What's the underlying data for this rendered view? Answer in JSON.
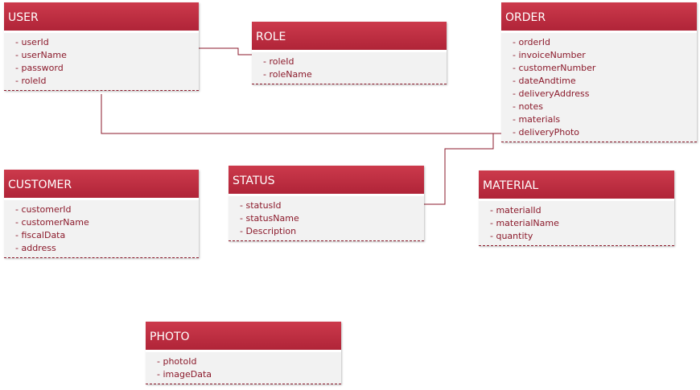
{
  "entities": {
    "user": {
      "title": "USER",
      "fields": [
        "userId",
        "userName",
        "password",
        "roleId"
      ]
    },
    "role": {
      "title": "ROLE",
      "fields": [
        "roleId",
        "roleName"
      ]
    },
    "order": {
      "title": "ORDER",
      "fields": [
        "orderId",
        "invoiceNumber",
        "customerNumber",
        "dateAndtime",
        "deliveryAddress",
        "notes",
        "materials",
        "deliveryPhoto"
      ]
    },
    "customer": {
      "title": "CUSTOMER",
      "fields": [
        "customerId",
        "customerName",
        "fiscalData",
        "address"
      ]
    },
    "status": {
      "title": "STATUS",
      "fields": [
        "statusId",
        "statusName",
        "Description"
      ]
    },
    "material": {
      "title": "MATERIAL",
      "fields": [
        "materialId",
        "materialName",
        "quantity"
      ]
    },
    "photo": {
      "title": "PHOTO",
      "fields": [
        "photoId",
        "imageData"
      ]
    }
  },
  "relationships": [
    {
      "from": "user",
      "to": "role"
    },
    {
      "from": "user",
      "to": "order"
    },
    {
      "from": "status",
      "to": "order"
    }
  ],
  "colors": {
    "header_top": "#cc3a4c",
    "header_bottom": "#b02438",
    "header_text": "#ffffff",
    "body_background": "#f2f2f2",
    "field_text": "#8b1a2b",
    "connector": "#8b1a2b"
  }
}
